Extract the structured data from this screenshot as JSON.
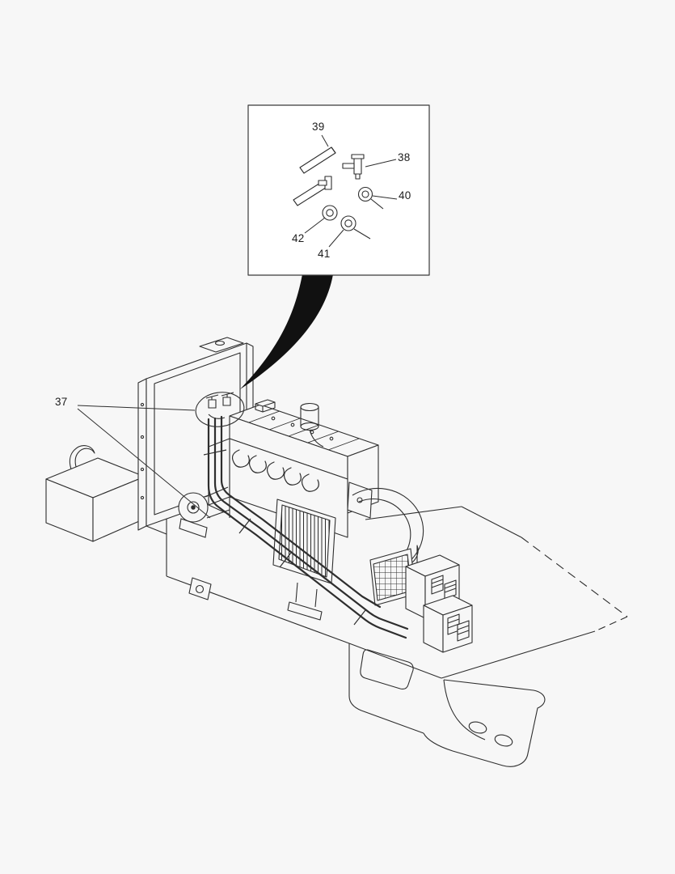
{
  "figure": {
    "type": "exploded-parts-line-diagram",
    "detail_inset": "fitting-and-hose-detail"
  },
  "colors": {
    "background": "#f7f7f7",
    "paper": "#ffffff",
    "line": "#2e2e2e"
  },
  "callouts": {
    "37": "37",
    "38": "38",
    "39": "39",
    "40": "40",
    "41": "41",
    "42": "42"
  }
}
